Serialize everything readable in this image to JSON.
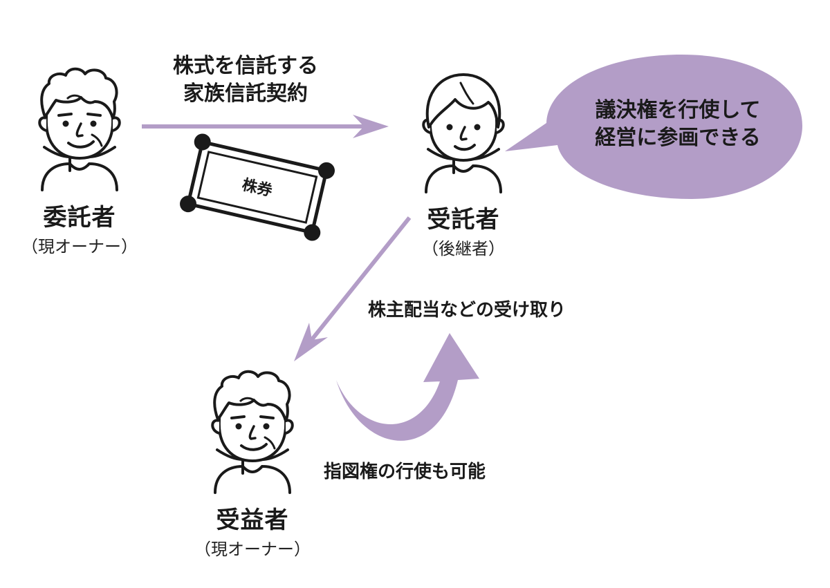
{
  "truster": {
    "role": "委託者",
    "note": "（現オーナー）"
  },
  "trustee": {
    "role": "受託者",
    "note": "（後継者）"
  },
  "beneficiary": {
    "role": "受益者",
    "note": "（現オーナー）"
  },
  "contract": {
    "line1": "株式を信託する",
    "line2": "家族信託契約"
  },
  "stock_certificate": {
    "label": "株券"
  },
  "speech_bubble": {
    "line1": "議決権を行使して",
    "line2": "経営に参画できる"
  },
  "dividend_label": "株主配当などの受け取り",
  "instruction_label": "指図権の行使も可能",
  "colors": {
    "accent": "#b39dc7",
    "line": "#1a1a1a",
    "background": "#ffffff"
  },
  "icons": [
    "elder-man-icon",
    "young-man-icon",
    "stock-certificate-icon",
    "arrow-right-icon",
    "arrow-down-left-icon",
    "curved-arrow-up-icon",
    "speech-bubble-icon"
  ]
}
